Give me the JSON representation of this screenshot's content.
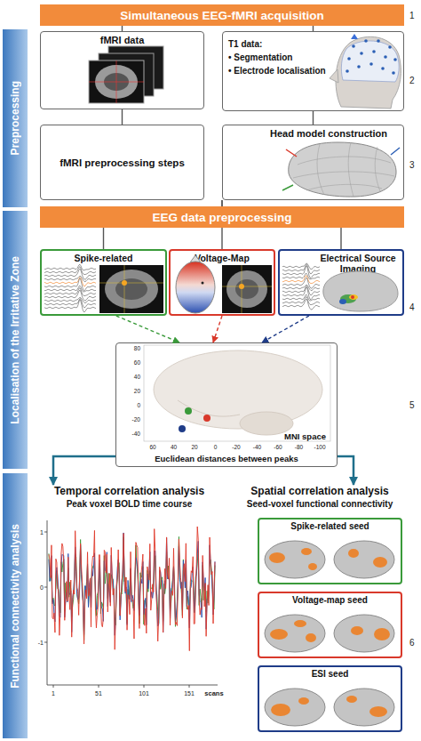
{
  "diagram": {
    "nodes": [
      {
        "text": [
          "Simultaneous EEG-fMRI acquisition"
        ]
      },
      {
        "text": [
          "Preprocessing"
        ]
      },
      {
        "text": [
          "fMRI data"
        ]
      },
      {
        "text": [
          "T1 data:",
          "• Segmentation",
          "• Electrode localisation"
        ]
      },
      {
        "text": [
          "fMRI preprocessing steps"
        ]
      },
      {
        "text": [
          "Head model construction"
        ]
      },
      {
        "text": [
          "EEG data preprocessing"
        ]
      },
      {
        "text": [
          "Localisation of the Irritative Zone"
        ]
      },
      {
        "text": [
          "Spike-related"
        ]
      },
      {
        "text": [
          "Voltage-Map"
        ]
      },
      {
        "text": [
          "Electrical Source Imaging"
        ]
      },
      {
        "text": [
          "MNI space",
          "Euclidean distances between peaks"
        ]
      },
      {
        "text": [
          "Functional connectivity analysis"
        ]
      },
      {
        "text": [
          "Temporal correlation analysis",
          "Peak voxel BOLD time course"
        ]
      },
      {
        "text": [
          "Spatial correlation analysis",
          "Seed-voxel functional connectivity"
        ]
      },
      {
        "text": [
          "Spike-related seed"
        ]
      },
      {
        "text": [
          "Voltage-map seed"
        ]
      },
      {
        "text": [
          "ESI seed"
        ]
      }
    ],
    "edges": [
      {
        "from": 0,
        "to": 2,
        "arrow": "none"
      },
      {
        "from": 0,
        "to": 3,
        "arrow": "none"
      },
      {
        "from": 2,
        "to": 4,
        "arrow": "none"
      },
      {
        "from": 3,
        "to": 5,
        "arrow": "none"
      },
      {
        "from": 4,
        "to": 6,
        "arrow": "none"
      },
      {
        "from": 5,
        "to": 6,
        "arrow": "none"
      },
      {
        "from": 6,
        "to": 8,
        "arrow": "none"
      },
      {
        "from": 6,
        "to": 9,
        "arrow": "none"
      },
      {
        "from": 6,
        "to": 10,
        "arrow": "none"
      },
      {
        "from": 8,
        "to": 11,
        "arrow": "to"
      },
      {
        "from": 9,
        "to": 11,
        "arrow": "to"
      },
      {
        "from": 10,
        "to": 11,
        "arrow": "to"
      },
      {
        "from": 11,
        "to": 13,
        "arrow": "to"
      },
      {
        "from": 11,
        "to": 14,
        "arrow": "to"
      }
    ],
    "labels": [
      "1",
      "2",
      "3",
      "4",
      "5",
      "6",
      "80",
      "60",
      "40",
      "20",
      "0",
      "-20",
      "-40",
      "60",
      "40",
      "20",
      "0",
      "-20",
      "-40",
      "-60",
      "-80",
      "-100",
      "1",
      "0",
      "-1",
      "1",
      "51",
      "101",
      "151",
      "scans"
    ]
  }
}
